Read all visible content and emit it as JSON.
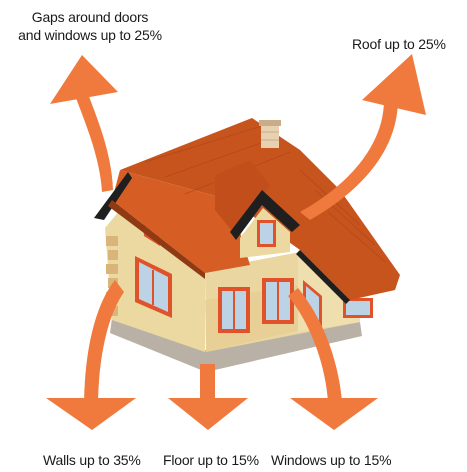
{
  "labels": {
    "gaps_line1": "Gaps around doors",
    "gaps_line2": "and windows up to 25%",
    "roof": "Roof up to 25%",
    "walls": "Walls up to 35%",
    "floor": "Floor up to 15%",
    "windows": "Windows up to 15%"
  },
  "colors": {
    "arrow": "#f07a3e",
    "roof": "#c8541d",
    "wall": "#ecd9a1",
    "brick": "#d9b57a",
    "window_frame": "#e0522a",
    "glass": "#bcd3e6"
  }
}
